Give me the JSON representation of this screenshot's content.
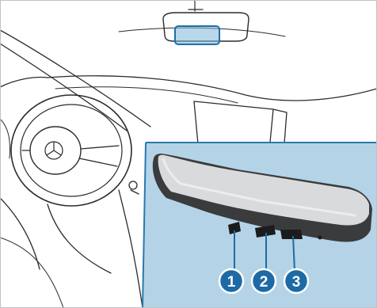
{
  "callouts": [
    {
      "label": "1"
    },
    {
      "label": "2"
    },
    {
      "label": "3"
    }
  ],
  "colors": {
    "highlight": "#1c6fa8",
    "inset_background": "#b4d3e6",
    "inset_border": "#2a79ae",
    "callout_fill": "#1d6aa5",
    "line_art": "#2b2b2b",
    "mirror_glass": "#d9dadb",
    "mirror_housing": "#3a3b3d"
  }
}
